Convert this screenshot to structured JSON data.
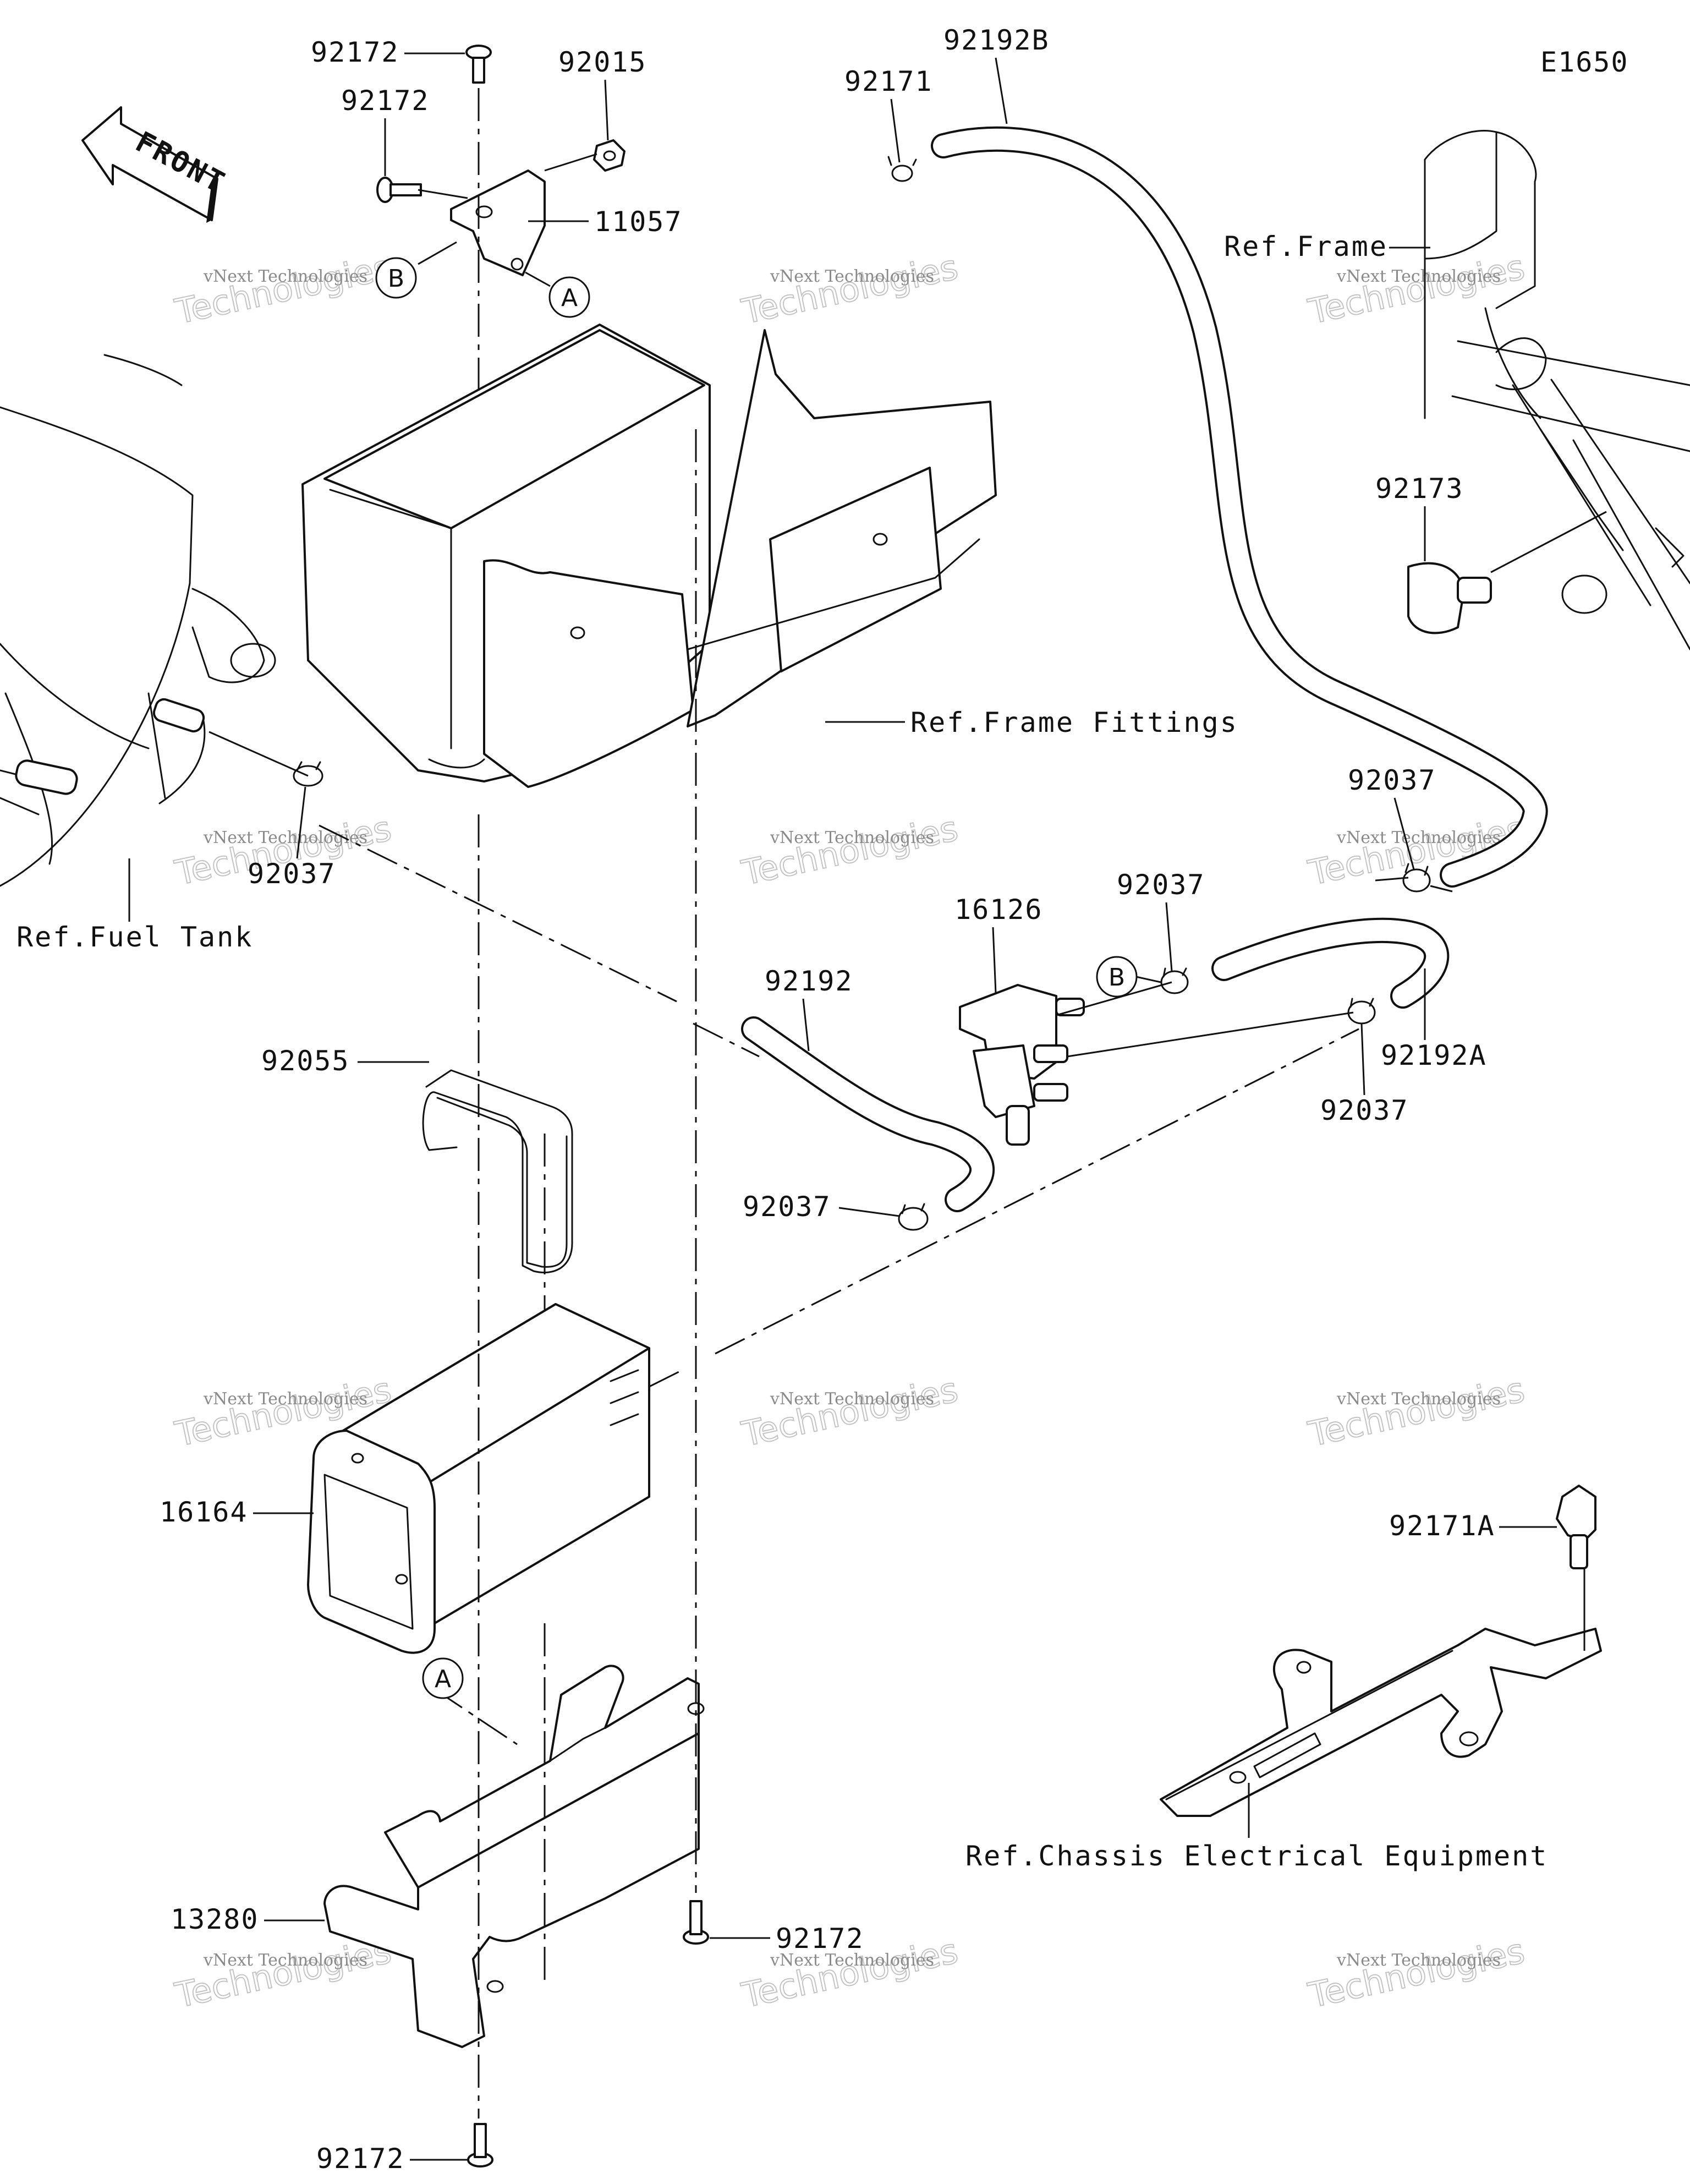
{
  "diagram_code": "E1650",
  "front_arrow_label": "FRONT",
  "watermark": {
    "line1": "vNext Technologies",
    "line2": "Technologies"
  },
  "callouts": {
    "a": "A",
    "b": "B"
  },
  "parts": [
    "92172",
    "92172",
    "92015",
    "11057",
    "92171",
    "92192B",
    "92173",
    "92037",
    "92037",
    "92037",
    "92037",
    "92037",
    "16126",
    "92192",
    "92192A",
    "92055",
    "16164",
    "92171A",
    "13280",
    "92172",
    "92172"
  ],
  "references": {
    "frame": "Ref.Frame",
    "frame_fittings": "Ref.Frame Fittings",
    "fuel_tank": "Ref.Fuel Tank",
    "chassis_electrical": "Ref.Chassis Electrical Equipment"
  }
}
